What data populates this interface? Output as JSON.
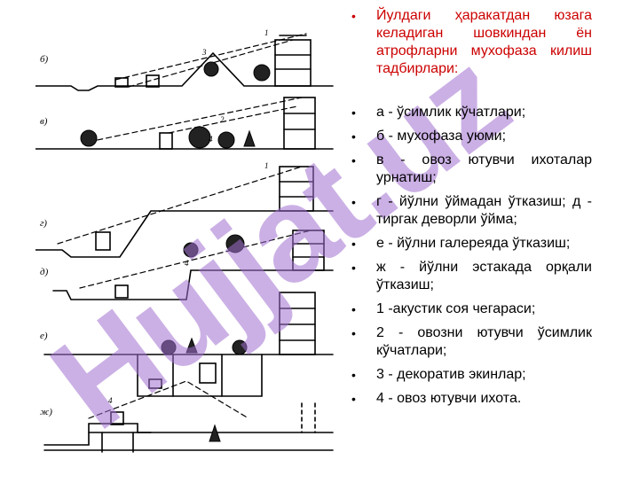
{
  "panel_labels": [
    "б)",
    "в)",
    "г)",
    "д)",
    "е)",
    "ж)"
  ],
  "callouts": [
    "1",
    "2",
    "3",
    "4"
  ],
  "bullets": [
    {
      "text": "Йулдаги ҳаракатдан юзага келадиган шовкиндан ён атрофларни мухофаза килиш тадбирлари:"
    },
    {
      "text": "а - ўсимлик кўчатлари;"
    },
    {
      "text": "б - мухофаза уюми;"
    },
    {
      "text": "в - овоз ютувчи ихоталар урнатиш;"
    },
    {
      "text": "г - йўлни ўймадан ўтказиш; д - тиргак деворли ўйма;"
    },
    {
      "text": "е - йўлни галереяда ўтказиш;"
    },
    {
      "text": "ж - йўлни эстакада орқали ўтказиш;"
    },
    {
      "text": "1 -акустик соя чегараси;"
    },
    {
      "text": "2 - овозни ютувчи ўсимлик кўчатлари;"
    },
    {
      "text": "3 - декоратив экинлар;"
    },
    {
      "text": "4 - овоз ютувчи ихота."
    }
  ],
  "watermark": {
    "text": "Hujjat.uz",
    "color": "#a070d0"
  },
  "colors": {
    "title": "#cc0000",
    "text": "#000000"
  }
}
